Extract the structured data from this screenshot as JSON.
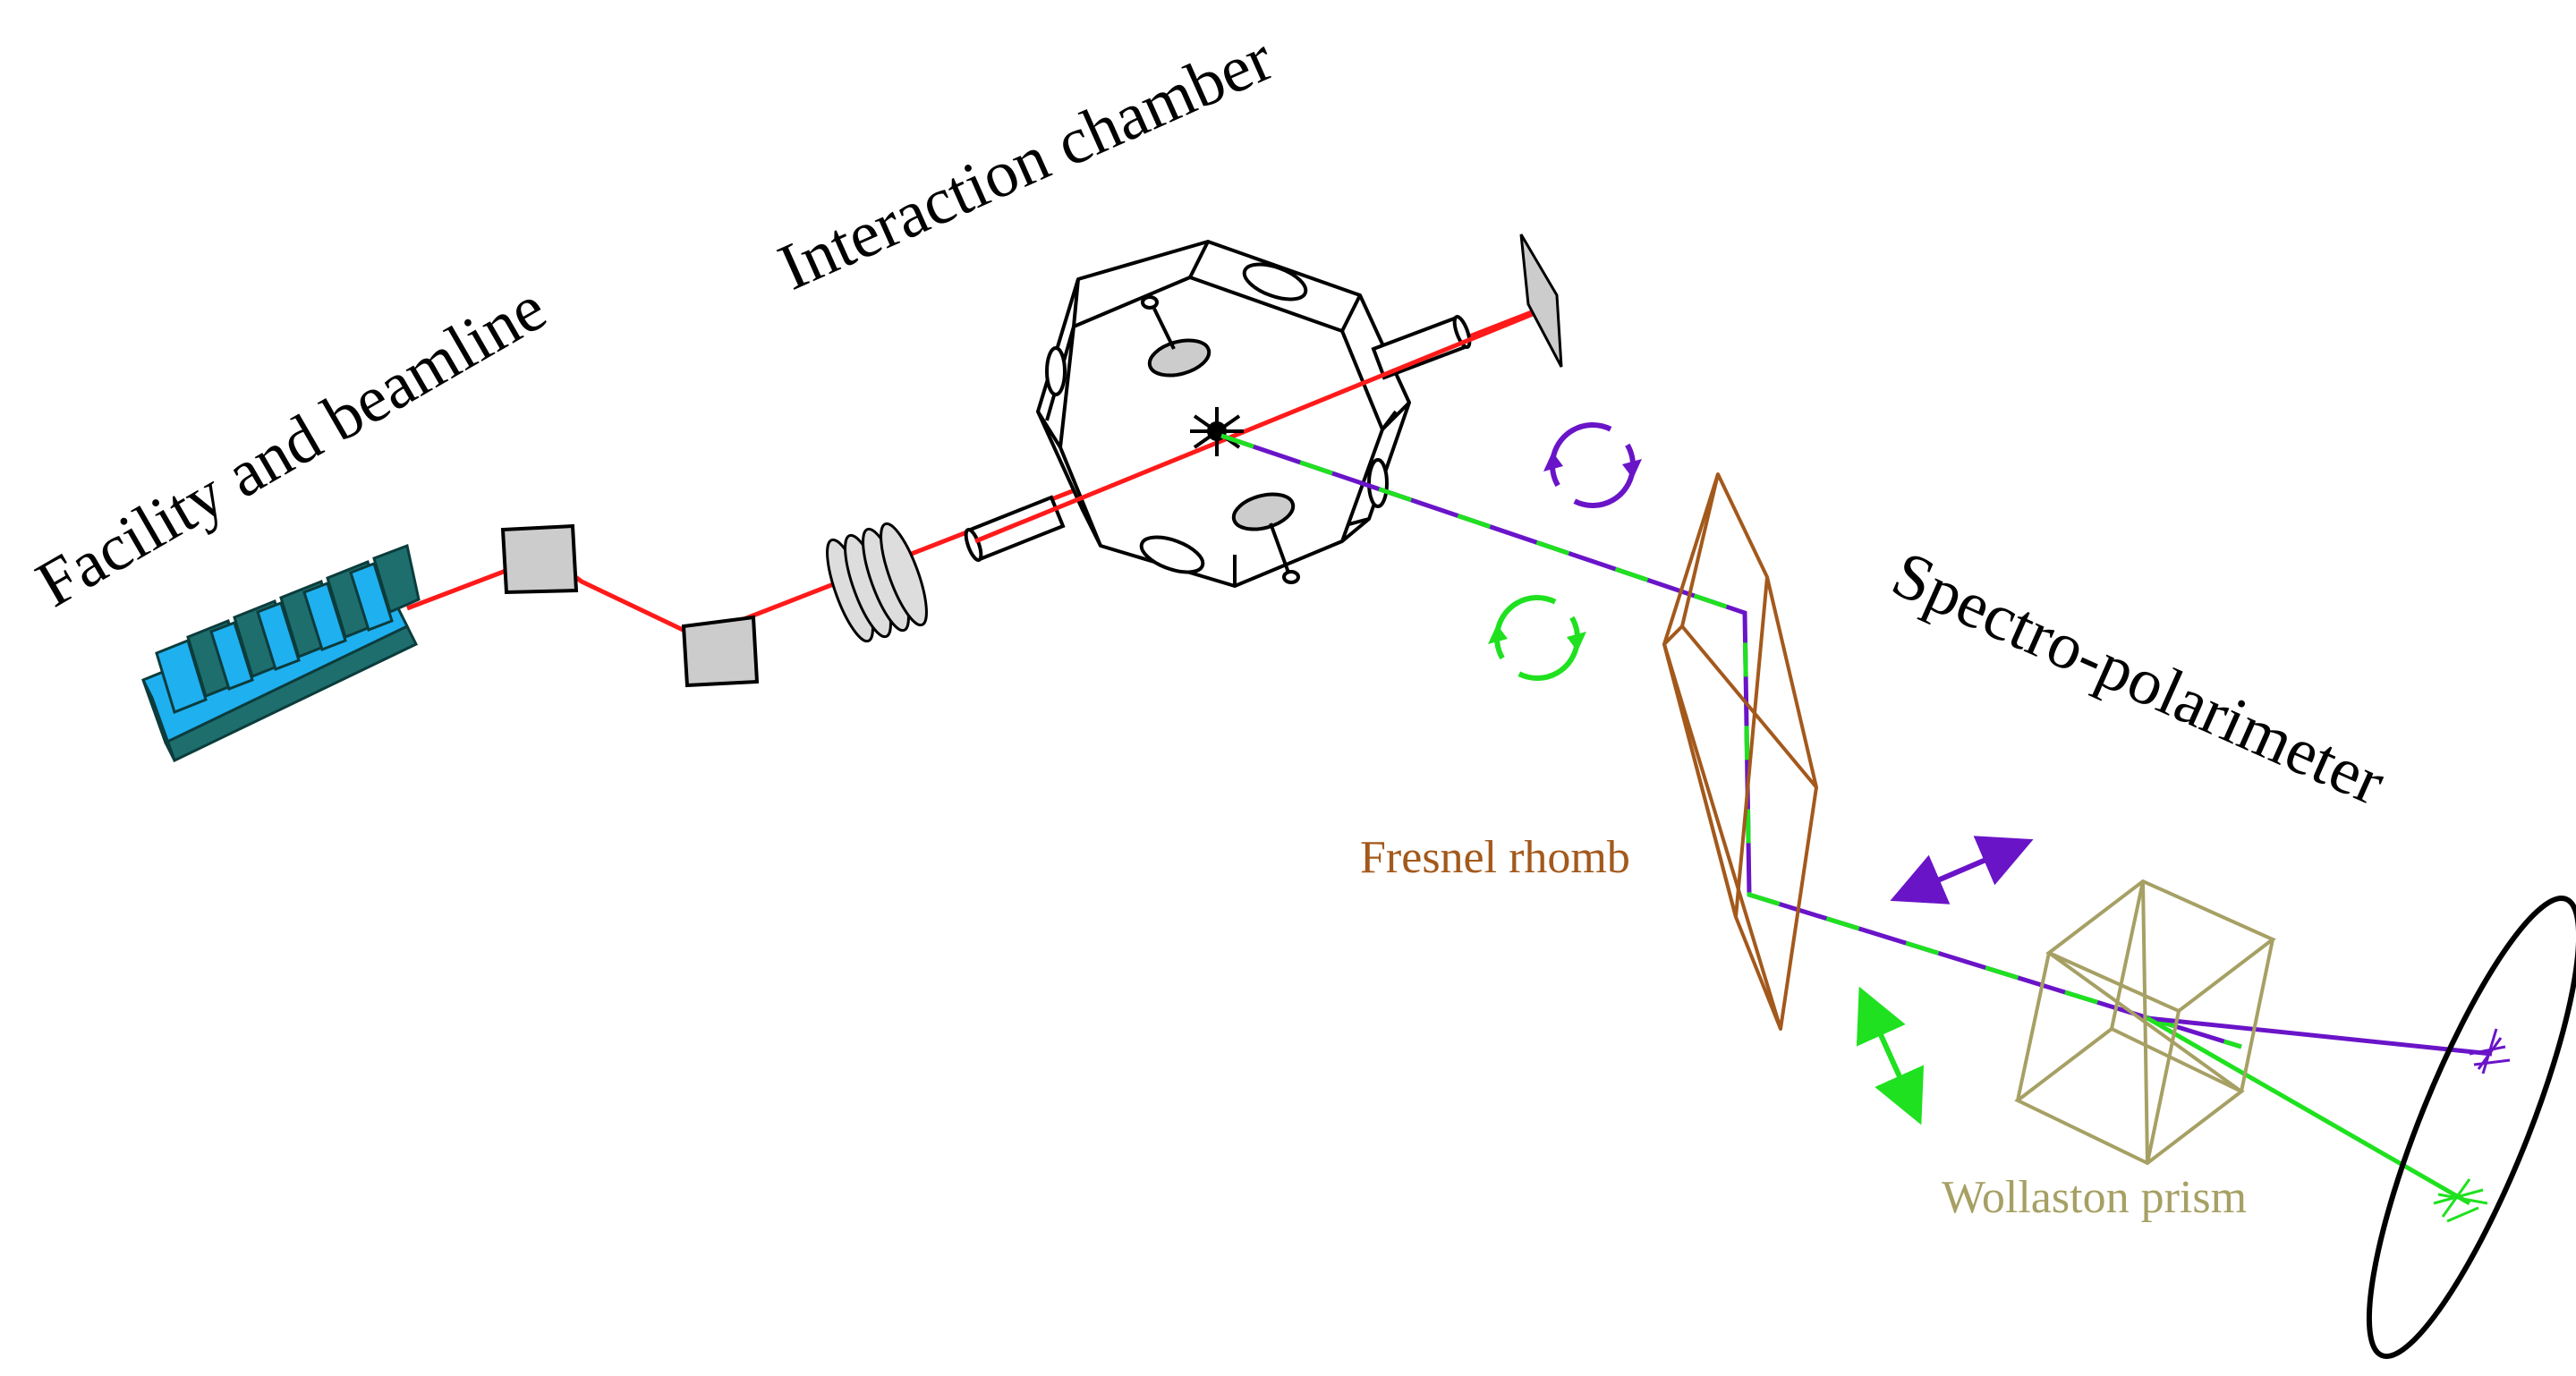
{
  "labels": {
    "facility": "Facility and beamline",
    "chamber": "Interaction chamber",
    "spectro": "Spectro-polarimeter",
    "fresnel": "Fresnel rhomb",
    "wollaston": "Wollaston prism"
  },
  "colors": {
    "beam": "#ff1a1a",
    "violet": "#6a14c8",
    "green": "#1fe11f",
    "fresnel": "#a3591c",
    "wollaston": "#a6a064",
    "undulator_light": "#1fb0f0",
    "undulator_dark": "#1e6e6e",
    "mirror": "#cccccc",
    "outline": "#000000"
  },
  "icons": {
    "undulator": "undulator-magnet-array",
    "mirror": "grey-square-mirror",
    "lenses": "focusing-lens-stack",
    "chamber": "octagonal-vacuum-chamber",
    "source": "interaction-point-star",
    "beam_dump": "beam-dump-plate",
    "circular_polarization": "circular-arrow-icon",
    "linear_polarization": "double-headed-arrow-icon",
    "detector": "elliptical-detector-screen"
  }
}
